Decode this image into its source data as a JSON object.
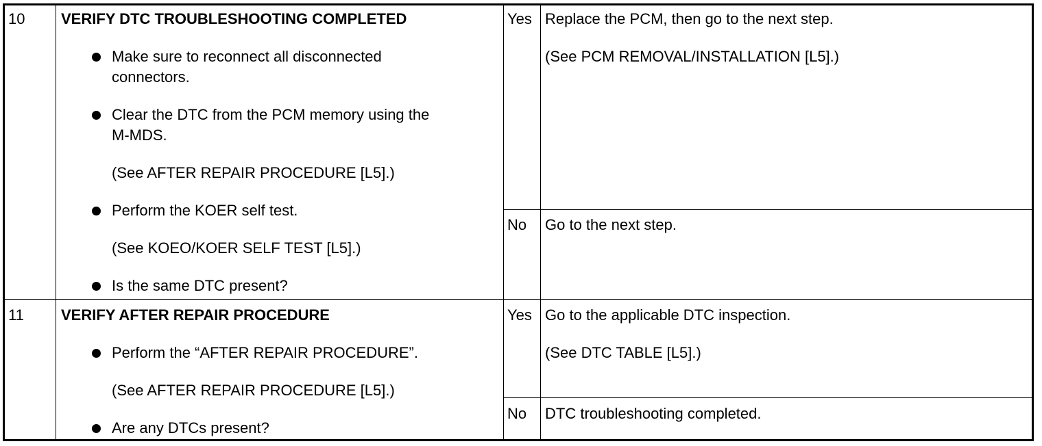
{
  "rows": [
    {
      "step": "10",
      "title": "VERIFY DTC TROUBLESHOOTING COMPLETED",
      "actions": [
        {
          "lines": [
            "Make sure to reconnect all disconnected",
            "connectors."
          ]
        },
        {
          "lines": [
            "Clear the DTC from the PCM memory using the",
            "M-MDS."
          ],
          "note": "(See AFTER REPAIR PROCEDURE [L5].)"
        },
        {
          "lines": [
            "Perform the KOER self test."
          ],
          "note": "(See KOEO/KOER SELF TEST [L5].)"
        },
        {
          "lines": [
            "Is the same DTC present?"
          ]
        }
      ],
      "yes": {
        "label": "Yes",
        "lines": [
          "Replace the PCM, then go to the next step.",
          "(See PCM REMOVAL/INSTALLATION [L5].)"
        ]
      },
      "no": {
        "label": "No",
        "lines": [
          "Go to the next step."
        ]
      }
    },
    {
      "step": "11",
      "title": "VERIFY AFTER REPAIR PROCEDURE",
      "actions": [
        {
          "lines": [
            "Perform the “AFTER REPAIR PROCEDURE”."
          ],
          "note": "(See AFTER REPAIR PROCEDURE [L5].)"
        },
        {
          "lines": [
            "Are any DTCs present?"
          ]
        }
      ],
      "yes": {
        "label": "Yes",
        "lines": [
          "Go to the applicable DTC inspection.",
          "(See DTC TABLE [L5].)"
        ]
      },
      "no": {
        "label": "No",
        "lines": [
          "DTC troubleshooting completed."
        ]
      }
    }
  ]
}
